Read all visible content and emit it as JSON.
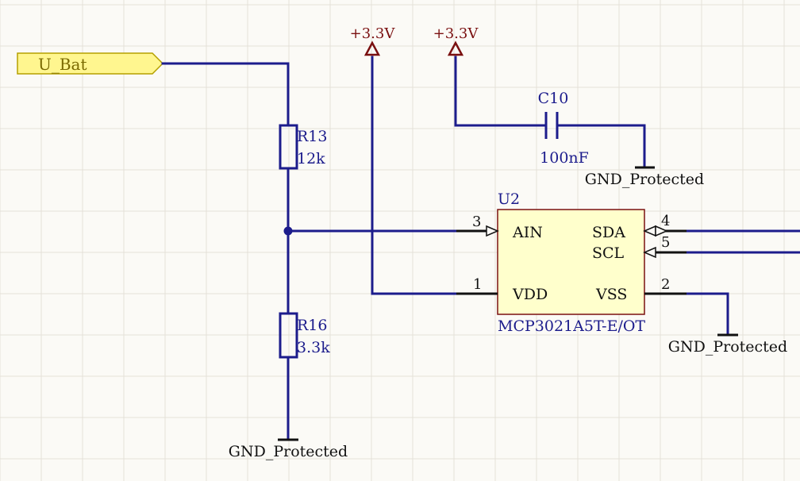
{
  "colors": {
    "background": "#fbfaf6",
    "grid": "#e4e1d8",
    "wire": "#1c1c8c",
    "power_port": "#7a1010",
    "port_fill": "#fff68f",
    "chip_fill": "#ffffcc",
    "chip_border": "#7a1010"
  },
  "net_port": {
    "label": "U_Bat"
  },
  "power_ports": [
    {
      "label": "+3.3V"
    },
    {
      "label": "+3.3V"
    }
  ],
  "resistors": [
    {
      "designator": "R13",
      "value": "12k"
    },
    {
      "designator": "R16",
      "value": "3.3k"
    }
  ],
  "capacitor": {
    "designator": "C10",
    "value": "100nF"
  },
  "ic": {
    "designator": "U2",
    "part": "MCP3021A5T-E/OT",
    "pins": {
      "ain": {
        "name": "AIN",
        "number": "3"
      },
      "vdd": {
        "name": "VDD",
        "number": "1"
      },
      "sda": {
        "name": "SDA",
        "number": "4"
      },
      "scl": {
        "name": "SCL",
        "number": "5"
      },
      "vss": {
        "name": "VSS",
        "number": "2"
      }
    }
  },
  "grounds": [
    {
      "label": "GND_Protected"
    },
    {
      "label": "GND_Protected"
    },
    {
      "label": "GND_Protected"
    }
  ]
}
